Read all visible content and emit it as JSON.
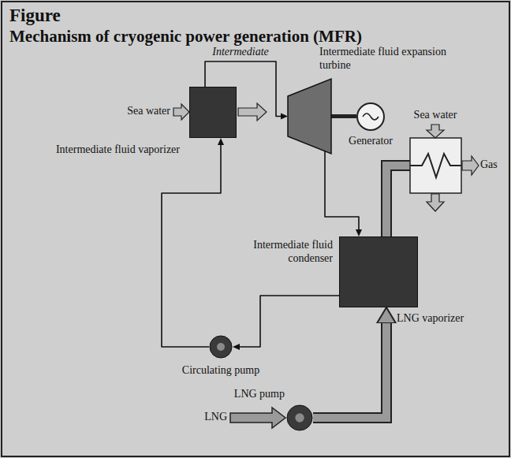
{
  "diagram": {
    "title": "Mechanism of cryogenic power generation (MFR)",
    "nodes": [
      {
        "text": [
          "Intermediate fluid vaporizer"
        ]
      },
      {
        "text": [
          "Intermediate fluid expansion turbine"
        ]
      },
      {
        "text": [
          "Generator"
        ]
      },
      {
        "text": [
          "Intermediate fluid condenser",
          "LNG vaporizer"
        ]
      },
      {
        "text": [
          "Circulating pump"
        ]
      },
      {
        "text": [
          "LNG pump"
        ]
      }
    ],
    "edges": [
      {
        "from": 0,
        "to": 1,
        "arrow": "to",
        "label": "Intermediate"
      },
      {
        "from": 1,
        "to": 2,
        "arrow": "none"
      },
      {
        "from": 1,
        "to": 3,
        "arrow": "to"
      },
      {
        "from": 3,
        "to": 4,
        "arrow": "to"
      },
      {
        "from": 4,
        "to": 0,
        "arrow": "to"
      },
      {
        "from": 5,
        "to": 3,
        "arrow": "to"
      }
    ],
    "labels": [
      "Figure",
      "Sea water",
      "Sea water",
      "Gas",
      "LNG"
    ]
  }
}
